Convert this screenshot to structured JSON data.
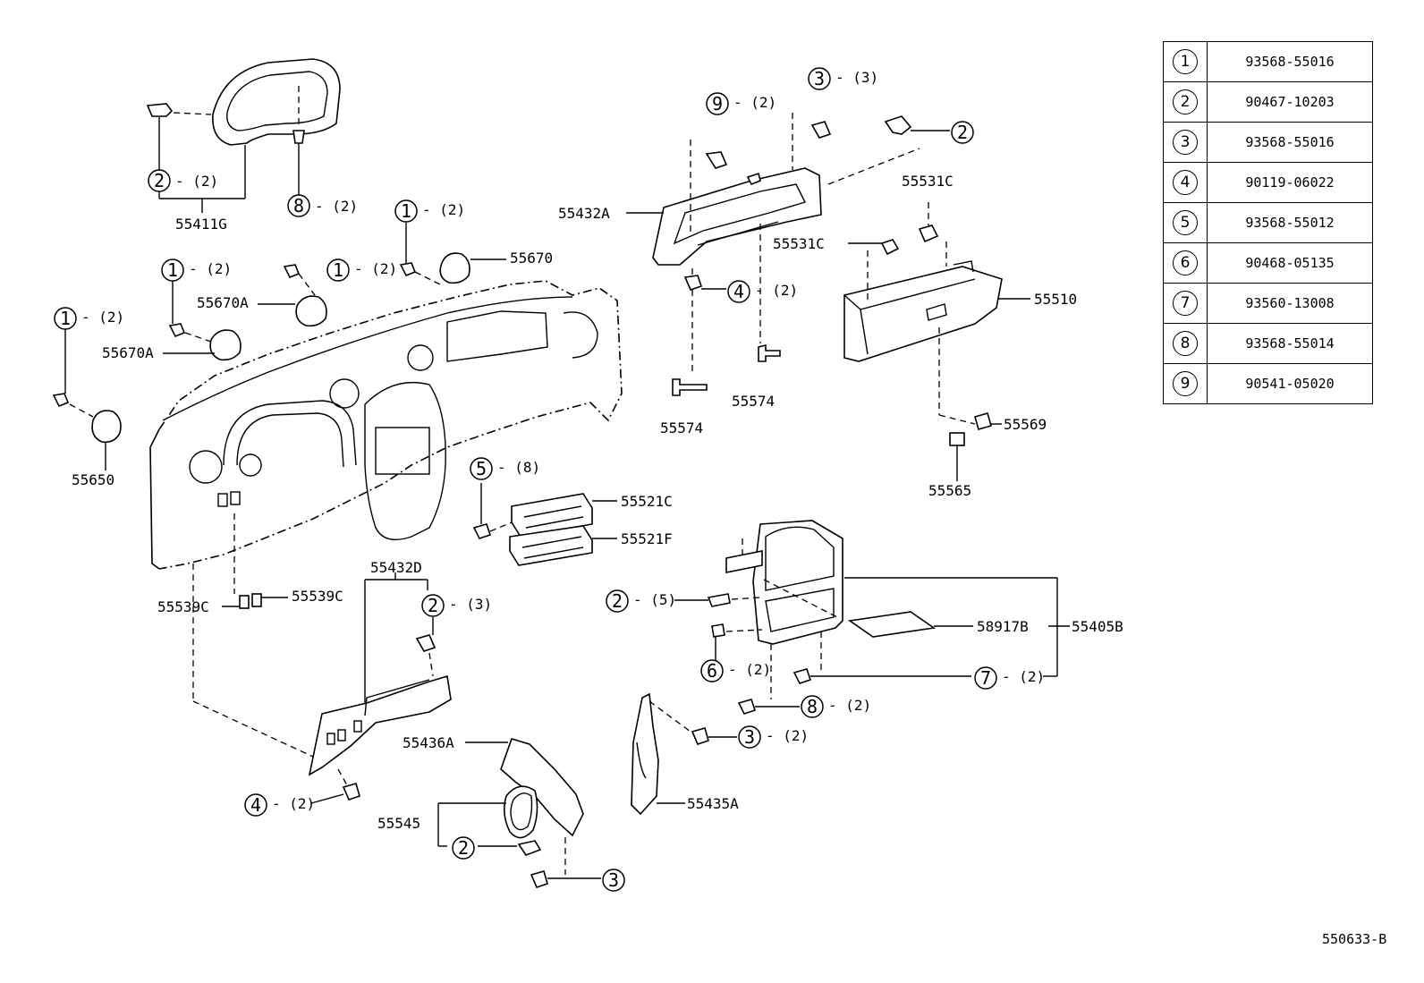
{
  "legend": [
    {
      "key": "1",
      "part": "93568-55016"
    },
    {
      "key": "2",
      "part": "90467-10203"
    },
    {
      "key": "3",
      "part": "93568-55016"
    },
    {
      "key": "4",
      "part": "90119-06022"
    },
    {
      "key": "5",
      "part": "93568-55012"
    },
    {
      "key": "6",
      "part": "90468-05135"
    },
    {
      "key": "7",
      "part": "93560-13008"
    },
    {
      "key": "8",
      "part": "93568-55014"
    },
    {
      "key": "9",
      "part": "90541-05020"
    }
  ],
  "callouts": [
    {
      "key": "2",
      "qty": "- (2)"
    },
    {
      "key": "8",
      "qty": "- (2)"
    },
    {
      "key": "1",
      "qty": "- (2)"
    },
    {
      "key": "1",
      "qty": "- (2)"
    },
    {
      "key": "1",
      "qty": "- (2)"
    },
    {
      "key": "1",
      "qty": "- (2)"
    },
    {
      "key": "9",
      "qty": "- (2)"
    },
    {
      "key": "3",
      "qty": "- (3)"
    },
    {
      "key": "2",
      "qty": ""
    },
    {
      "key": "4",
      "qty": "- (2)"
    },
    {
      "key": "5",
      "qty": "- (8)"
    },
    {
      "key": "2",
      "qty": "- (3)"
    },
    {
      "key": "4",
      "qty": "- (2)"
    },
    {
      "key": "2",
      "qty": ""
    },
    {
      "key": "3",
      "qty": ""
    },
    {
      "key": "2",
      "qty": "- (5)"
    },
    {
      "key": "6",
      "qty": "- (2)"
    },
    {
      "key": "8",
      "qty": "- (2)"
    },
    {
      "key": "3",
      "qty": "- (2)"
    },
    {
      "key": "7",
      "qty": "- (2)"
    }
  ],
  "parts": [
    "55411G",
    "55670",
    "55670A",
    "55670A",
    "55650",
    "55432A",
    "55531C",
    "55531C",
    "55510",
    "55574",
    "55574",
    "55569",
    "55565",
    "55521C",
    "55521F",
    "55432D",
    "55539C",
    "55539C",
    "55436A",
    "55545",
    "55435A",
    "58917B",
    "55405B"
  ],
  "drawing_id": "550633-B"
}
